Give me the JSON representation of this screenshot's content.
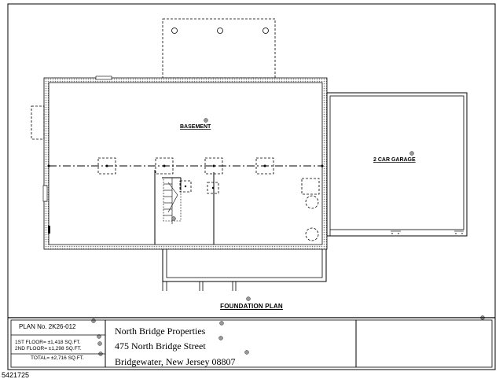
{
  "plan": {
    "rooms": {
      "basement_label": "BASEMENT",
      "garage_label": "2 CAR GARAGE"
    },
    "title": "FOUNDATION PLAN"
  },
  "title_block": {
    "plan_number": "PLAN No. 2K26-012",
    "first_floor": "1ST FLOOR= ±1,418 SQ.FT.",
    "second_floor": "2ND FLOOR= ±1,298 SQ.FT.",
    "total": "TOTAL= ±2,716 SQ.FT.",
    "company": "North  Bridge Properties",
    "street": "475 North Bridge Street",
    "city": "Bridgewater, New Jersey 08807"
  },
  "footer": {
    "image_id": "5421725"
  }
}
